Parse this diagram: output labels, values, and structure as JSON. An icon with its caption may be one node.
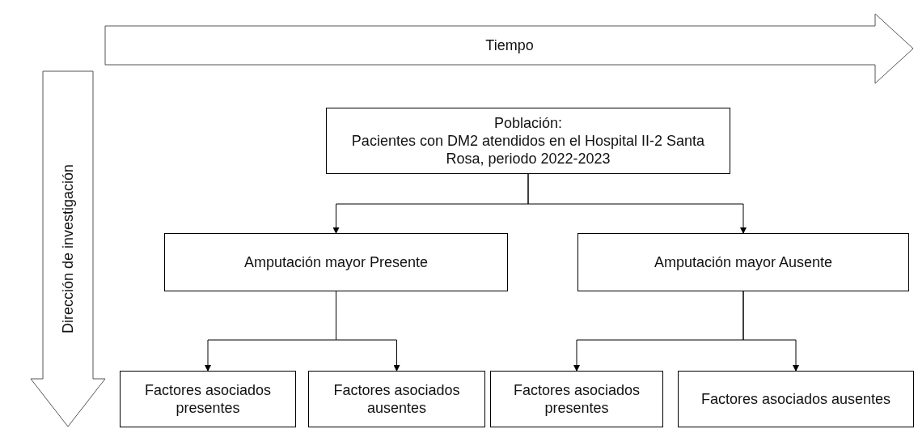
{
  "diagram": {
    "nodes": [
      {
        "text": [
          "Tiempo"
        ]
      },
      {
        "text": [
          "Dirección de investigación"
        ]
      },
      {
        "text": [
          "Población:",
          "Pacientes con DM2 atendidos en el Hospital II-2 Santa Rosa, periodo 2022-2023"
        ]
      },
      {
        "text": [
          "Amputación mayor Presente"
        ]
      },
      {
        "text": [
          "Amputación mayor Ausente"
        ]
      },
      {
        "text": [
          "Factores asociados presentes"
        ]
      },
      {
        "text": [
          "Factores asociados ausentes"
        ]
      },
      {
        "text": [
          "Factores asociados presentes"
        ]
      },
      {
        "text": [
          "Factores asociados ausentes"
        ]
      }
    ],
    "edges": [
      {
        "from": 2,
        "to": 3,
        "arrow": "to"
      },
      {
        "from": 2,
        "to": 4,
        "arrow": "to"
      },
      {
        "from": 3,
        "to": 5,
        "arrow": "to"
      },
      {
        "from": 3,
        "to": 6,
        "arrow": "to"
      },
      {
        "from": 4,
        "to": 7,
        "arrow": "to"
      },
      {
        "from": 4,
        "to": 8,
        "arrow": "to"
      }
    ]
  }
}
